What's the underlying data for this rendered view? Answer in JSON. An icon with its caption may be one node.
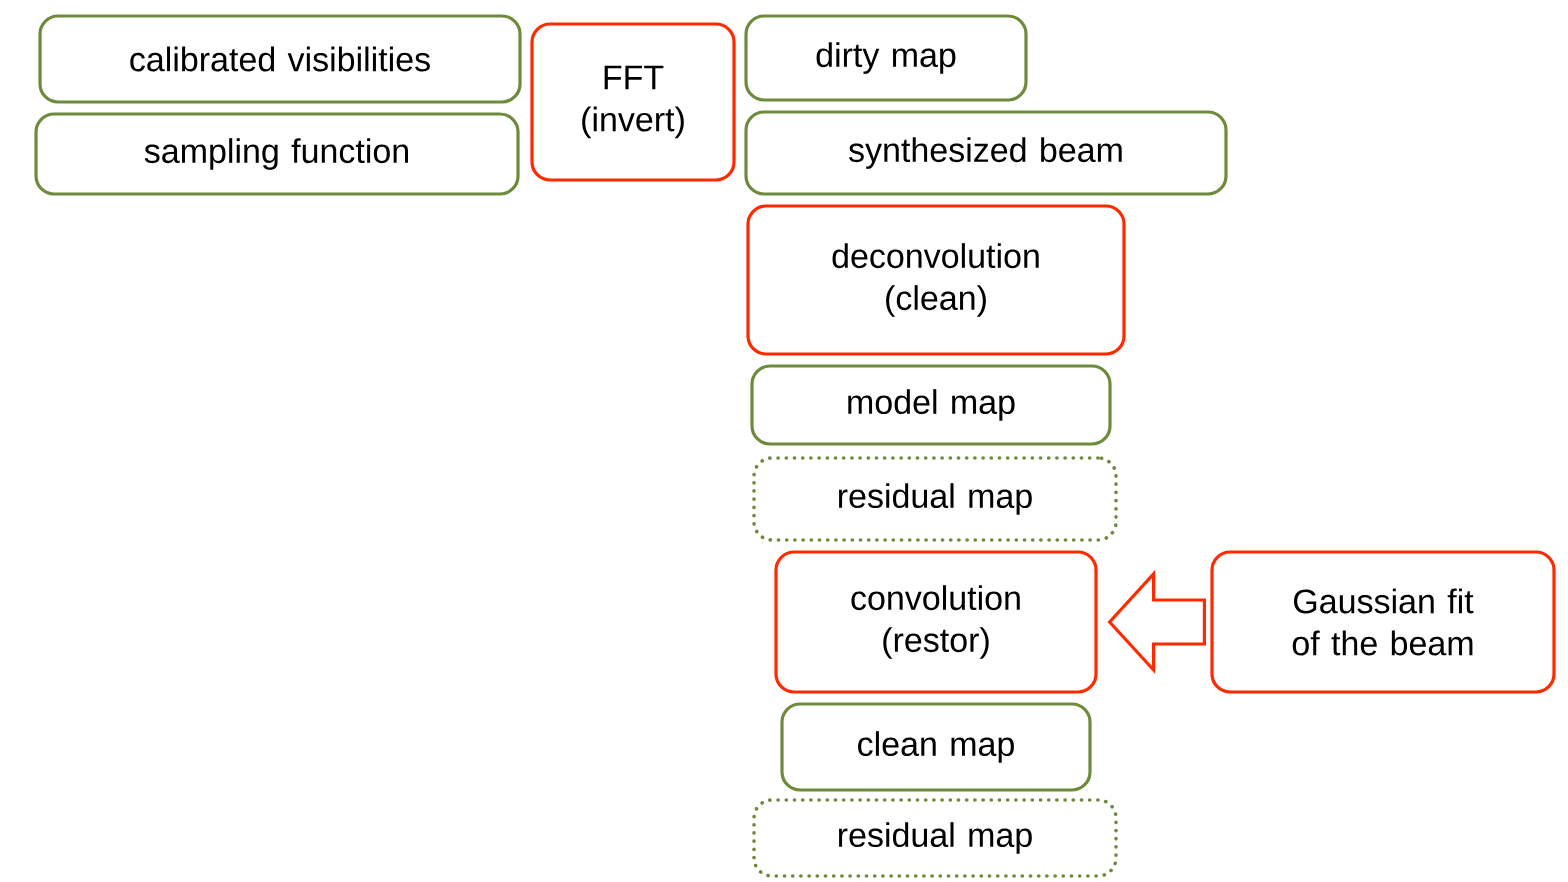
{
  "diagram": {
    "nodes": [
      {
        "text": [
          "calibrated visibilities"
        ]
      },
      {
        "text": [
          "sampling function"
        ]
      },
      {
        "text": [
          "FFT (invert)"
        ]
      },
      {
        "text": [
          "dirty map"
        ]
      },
      {
        "text": [
          "synthesized beam"
        ]
      },
      {
        "text": [
          "deconvolution (clean)"
        ]
      },
      {
        "text": [
          "model map"
        ]
      },
      {
        "text": [
          "residual map"
        ]
      },
      {
        "text": [
          "convolution (restor)"
        ]
      },
      {
        "text": [
          "Gaussian fit of the beam"
        ]
      },
      {
        "text": [
          "clean map"
        ]
      },
      {
        "text": [
          "residual map"
        ]
      }
    ],
    "edges": [
      {
        "from": 9,
        "to": 8,
        "arrow": "to"
      }
    ]
  }
}
